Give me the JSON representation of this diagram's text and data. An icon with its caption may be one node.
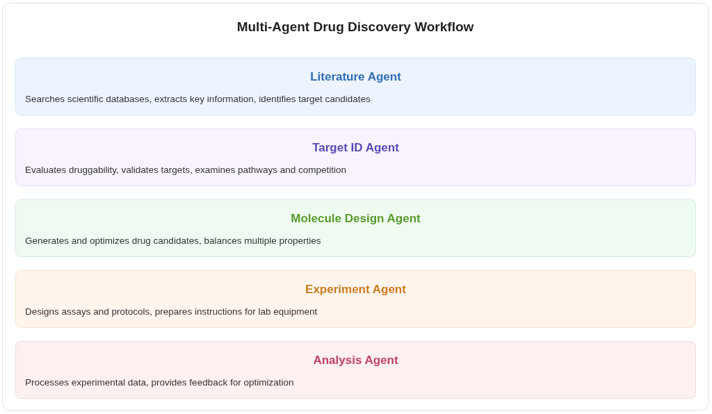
{
  "diagram": {
    "title": "Multi-Agent Drug Discovery Workflow",
    "nodes": [
      {
        "text": [
          "Literature Agent",
          "Searches scientific databases, extracts key information, identifies target candidates"
        ]
      },
      {
        "text": [
          "Target ID Agent",
          "Evaluates druggability, validates targets, examines pathways and competition"
        ]
      },
      {
        "text": [
          "Molecule Design Agent",
          "Generates and optimizes drug candidates, balances multiple properties"
        ]
      },
      {
        "text": [
          "Experiment Agent",
          "Designs assays and protocols, prepares instructions for lab equipment"
        ]
      },
      {
        "text": [
          "Analysis Agent",
          "Processes experimental data, provides feedback for optimization"
        ]
      }
    ]
  }
}
